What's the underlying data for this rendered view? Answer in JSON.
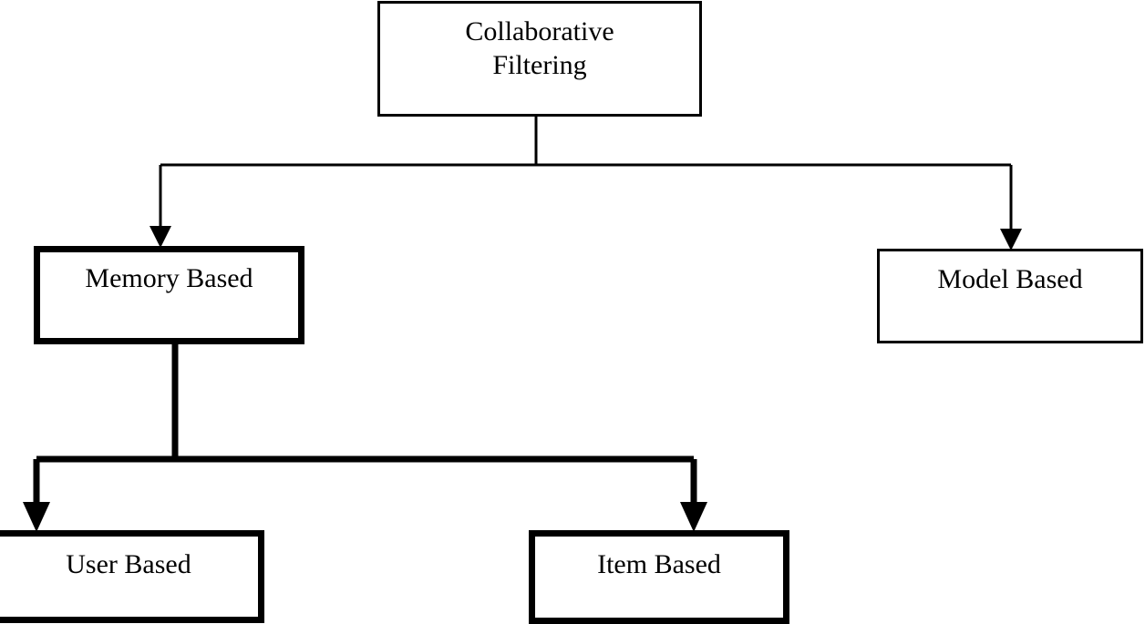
{
  "diagram": {
    "title": "Collaborative Filtering taxonomy tree",
    "type": "hierarchy-tree",
    "background_color": "#ffffff",
    "line_color": "#000000",
    "text_color": "#000000",
    "nodes": [
      {
        "id": "collaborative-filtering",
        "label": "Collaborative\nFiltering",
        "level": 0,
        "border_weight": "thin",
        "border_color": "#000000",
        "fill_color": "#ffffff"
      },
      {
        "id": "memory-based",
        "label": "Memory Based",
        "level": 1,
        "border_weight": "thick",
        "border_color": "#000000",
        "fill_color": "#ffffff"
      },
      {
        "id": "model-based",
        "label": "Model Based",
        "level": 1,
        "border_weight": "thin",
        "border_color": "#000000",
        "fill_color": "#ffffff"
      },
      {
        "id": "user-based",
        "label": "User Based",
        "level": 2,
        "border_weight": "thick",
        "border_color": "#000000",
        "fill_color": "#ffffff"
      },
      {
        "id": "item-based",
        "label": "Item Based",
        "level": 2,
        "border_weight": "thick",
        "border_color": "#000000",
        "fill_color": "#ffffff"
      }
    ],
    "edges": [
      {
        "from": "collaborative-filtering",
        "to": "memory-based",
        "arrow": true,
        "weight": "thin"
      },
      {
        "from": "collaborative-filtering",
        "to": "model-based",
        "arrow": true,
        "weight": "thin"
      },
      {
        "from": "memory-based",
        "to": "user-based",
        "arrow": true,
        "weight": "thick"
      },
      {
        "from": "memory-based",
        "to": "item-based",
        "arrow": true,
        "weight": "thick"
      }
    ]
  }
}
